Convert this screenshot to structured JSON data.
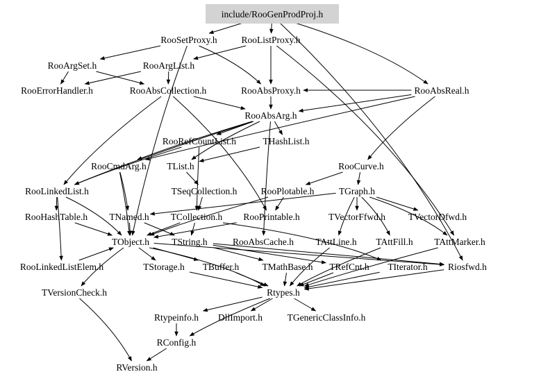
{
  "diagram": {
    "type": "include-dependency-graph",
    "root": "include/RooGenProdProj.h",
    "colors": {
      "root_fill": "#d3d3d3",
      "edge": "#000000",
      "text": "#000000",
      "background": "#ffffff"
    },
    "nodes": [
      {
        "id": "root",
        "label": "include/RooGenProdProj.h",
        "highlight": true
      },
      {
        "id": "RooSetProxy",
        "label": "RooSetProxy.h"
      },
      {
        "id": "RooListProxy",
        "label": "RooListProxy.h"
      },
      {
        "id": "RooArgSet",
        "label": "RooArgSet.h"
      },
      {
        "id": "RooArgList",
        "label": "RooArgList.h"
      },
      {
        "id": "RooErrorHandler",
        "label": "RooErrorHandler.h"
      },
      {
        "id": "RooAbsCollection",
        "label": "RooAbsCollection.h"
      },
      {
        "id": "RooAbsProxy",
        "label": "RooAbsProxy.h"
      },
      {
        "id": "RooAbsReal",
        "label": "RooAbsReal.h"
      },
      {
        "id": "RooAbsArg",
        "label": "RooAbsArg.h"
      },
      {
        "id": "RooRefCountList",
        "label": "RooRefCountList.h"
      },
      {
        "id": "THashList",
        "label": "THashList.h"
      },
      {
        "id": "RooCmdArg",
        "label": "RooCmdArg.h"
      },
      {
        "id": "TList",
        "label": "TList.h"
      },
      {
        "id": "RooCurve",
        "label": "RooCurve.h"
      },
      {
        "id": "RooLinkedList",
        "label": "RooLinkedList.h"
      },
      {
        "id": "TSeqCollection",
        "label": "TSeqCollection.h"
      },
      {
        "id": "RooPlotable",
        "label": "RooPlotable.h"
      },
      {
        "id": "TGraph",
        "label": "TGraph.h"
      },
      {
        "id": "RooHashTable",
        "label": "RooHashTable.h"
      },
      {
        "id": "TNamed",
        "label": "TNamed.h"
      },
      {
        "id": "TCollection",
        "label": "TCollection.h"
      },
      {
        "id": "RooPrintable",
        "label": "RooPrintable.h"
      },
      {
        "id": "TVectorFfwd",
        "label": "TVectorFfwd.h"
      },
      {
        "id": "TVectorDfwd",
        "label": "TVectorDfwd.h"
      },
      {
        "id": "TObject",
        "label": "TObject.h"
      },
      {
        "id": "TString",
        "label": "TString.h"
      },
      {
        "id": "RooAbsCache",
        "label": "RooAbsCache.h"
      },
      {
        "id": "TAttLine",
        "label": "TAttLine.h"
      },
      {
        "id": "TAttFill",
        "label": "TAttFill.h"
      },
      {
        "id": "TAttMarker",
        "label": "TAttMarker.h"
      },
      {
        "id": "RooLinkedListElem",
        "label": "RooLinkedListElem.h"
      },
      {
        "id": "TStorage",
        "label": "TStorage.h"
      },
      {
        "id": "TBuffer",
        "label": "TBuffer.h"
      },
      {
        "id": "TMathBase",
        "label": "TMathBase.h"
      },
      {
        "id": "TRefCnt",
        "label": "TRefCnt.h"
      },
      {
        "id": "TIterator",
        "label": "TIterator.h"
      },
      {
        "id": "Riosfwd",
        "label": "Riosfwd.h"
      },
      {
        "id": "TVersionCheck",
        "label": "TVersionCheck.h"
      },
      {
        "id": "Rtypes",
        "label": "Rtypes.h"
      },
      {
        "id": "Rtypeinfo",
        "label": "Rtypeinfo.h"
      },
      {
        "id": "DllImport",
        "label": "DllImport.h"
      },
      {
        "id": "TGenericClassInfo",
        "label": "TGenericClassInfo.h"
      },
      {
        "id": "RConfig",
        "label": "RConfig.h"
      },
      {
        "id": "RVersion",
        "label": "RVersion.h"
      }
    ],
    "edges": [
      [
        "root",
        "RooSetProxy"
      ],
      [
        "root",
        "RooListProxy"
      ],
      [
        "root",
        "RooAbsReal"
      ],
      [
        "root",
        "Riosfwd"
      ],
      [
        "RooSetProxy",
        "RooArgSet"
      ],
      [
        "RooSetProxy",
        "RooAbsProxy"
      ],
      [
        "RooSetProxy",
        "TObject"
      ],
      [
        "RooListProxy",
        "RooArgList"
      ],
      [
        "RooListProxy",
        "RooAbsProxy"
      ],
      [
        "RooListProxy",
        "TAttMarker"
      ],
      [
        "RooArgSet",
        "RooErrorHandler"
      ],
      [
        "RooArgSet",
        "RooAbsCollection"
      ],
      [
        "RooArgList",
        "RooAbsCollection"
      ],
      [
        "RooArgList",
        "RooErrorHandler"
      ],
      [
        "RooAbsProxy",
        "RooAbsArg"
      ],
      [
        "RooAbsReal",
        "RooAbsArg"
      ],
      [
        "RooAbsReal",
        "RooAbsProxy"
      ],
      [
        "RooAbsReal",
        "RooCurve"
      ],
      [
        "RooAbsReal",
        "RooCmdArg"
      ],
      [
        "RooAbsCollection",
        "RooAbsArg"
      ],
      [
        "RooAbsCollection",
        "RooLinkedList"
      ],
      [
        "RooAbsCollection",
        "RooPrintable"
      ],
      [
        "RooAbsArg",
        "RooRefCountList"
      ],
      [
        "RooAbsArg",
        "THashList"
      ],
      [
        "RooAbsArg",
        "RooCmdArg"
      ],
      [
        "RooAbsArg",
        "TList"
      ],
      [
        "RooAbsArg",
        "RooAbsCache"
      ],
      [
        "RooAbsArg",
        "RooLinkedList"
      ],
      [
        "RooRefCountList",
        "RooLinkedList"
      ],
      [
        "RooRefCountList",
        "TCollection"
      ],
      [
        "THashList",
        "TList"
      ],
      [
        "RooCmdArg",
        "TNamed"
      ],
      [
        "RooCmdArg",
        "TObject"
      ],
      [
        "TList",
        "TSeqCollection"
      ],
      [
        "RooCurve",
        "TGraph"
      ],
      [
        "RooCurve",
        "RooPlotable"
      ],
      [
        "RooLinkedList",
        "RooHashTable"
      ],
      [
        "RooLinkedList",
        "RooLinkedListElem"
      ],
      [
        "RooLinkedList",
        "TObject"
      ],
      [
        "TSeqCollection",
        "TCollection"
      ],
      [
        "RooPlotable",
        "RooPrintable"
      ],
      [
        "RooPlotable",
        "TObject"
      ],
      [
        "TGraph",
        "TVectorFfwd"
      ],
      [
        "TGraph",
        "TVectorDfwd"
      ],
      [
        "TGraph",
        "TNamed"
      ],
      [
        "TGraph",
        "TAttLine"
      ],
      [
        "TGraph",
        "TAttFill"
      ],
      [
        "TGraph",
        "TAttMarker"
      ],
      [
        "RooHashTable",
        "TObject"
      ],
      [
        "TNamed",
        "TObject"
      ],
      [
        "TNamed",
        "TString"
      ],
      [
        "TCollection",
        "TObject"
      ],
      [
        "TCollection",
        "TString"
      ],
      [
        "TCollection",
        "TIterator"
      ],
      [
        "RooPrintable",
        "TObject"
      ],
      [
        "TObject",
        "TStorage"
      ],
      [
        "TObject",
        "Rtypes"
      ],
      [
        "TObject",
        "TBuffer"
      ],
      [
        "TObject",
        "TVersionCheck"
      ],
      [
        "TObject",
        "Riosfwd"
      ],
      [
        "TString",
        "TMathBase"
      ],
      [
        "TString",
        "TRefCnt"
      ],
      [
        "TString",
        "Riosfwd"
      ],
      [
        "RooLinkedListElem",
        "TObject"
      ],
      [
        "TStorage",
        "Rtypes"
      ],
      [
        "TBuffer",
        "Rtypes"
      ],
      [
        "TMathBase",
        "Rtypes"
      ],
      [
        "TRefCnt",
        "Rtypes"
      ],
      [
        "TIterator",
        "Rtypes"
      ],
      [
        "Riosfwd",
        "Rtypes"
      ],
      [
        "TAttLine",
        "Rtypes"
      ],
      [
        "TAttFill",
        "Rtypes"
      ],
      [
        "TAttMarker",
        "Rtypes"
      ],
      [
        "Rtypes",
        "Rtypeinfo"
      ],
      [
        "Rtypes",
        "DllImport"
      ],
      [
        "Rtypes",
        "TGenericClassInfo"
      ],
      [
        "Rtypes",
        "RConfig"
      ],
      [
        "Rtypeinfo",
        "RConfig"
      ],
      [
        "RConfig",
        "RVersion"
      ],
      [
        "TVersionCheck",
        "RVersion"
      ]
    ]
  }
}
